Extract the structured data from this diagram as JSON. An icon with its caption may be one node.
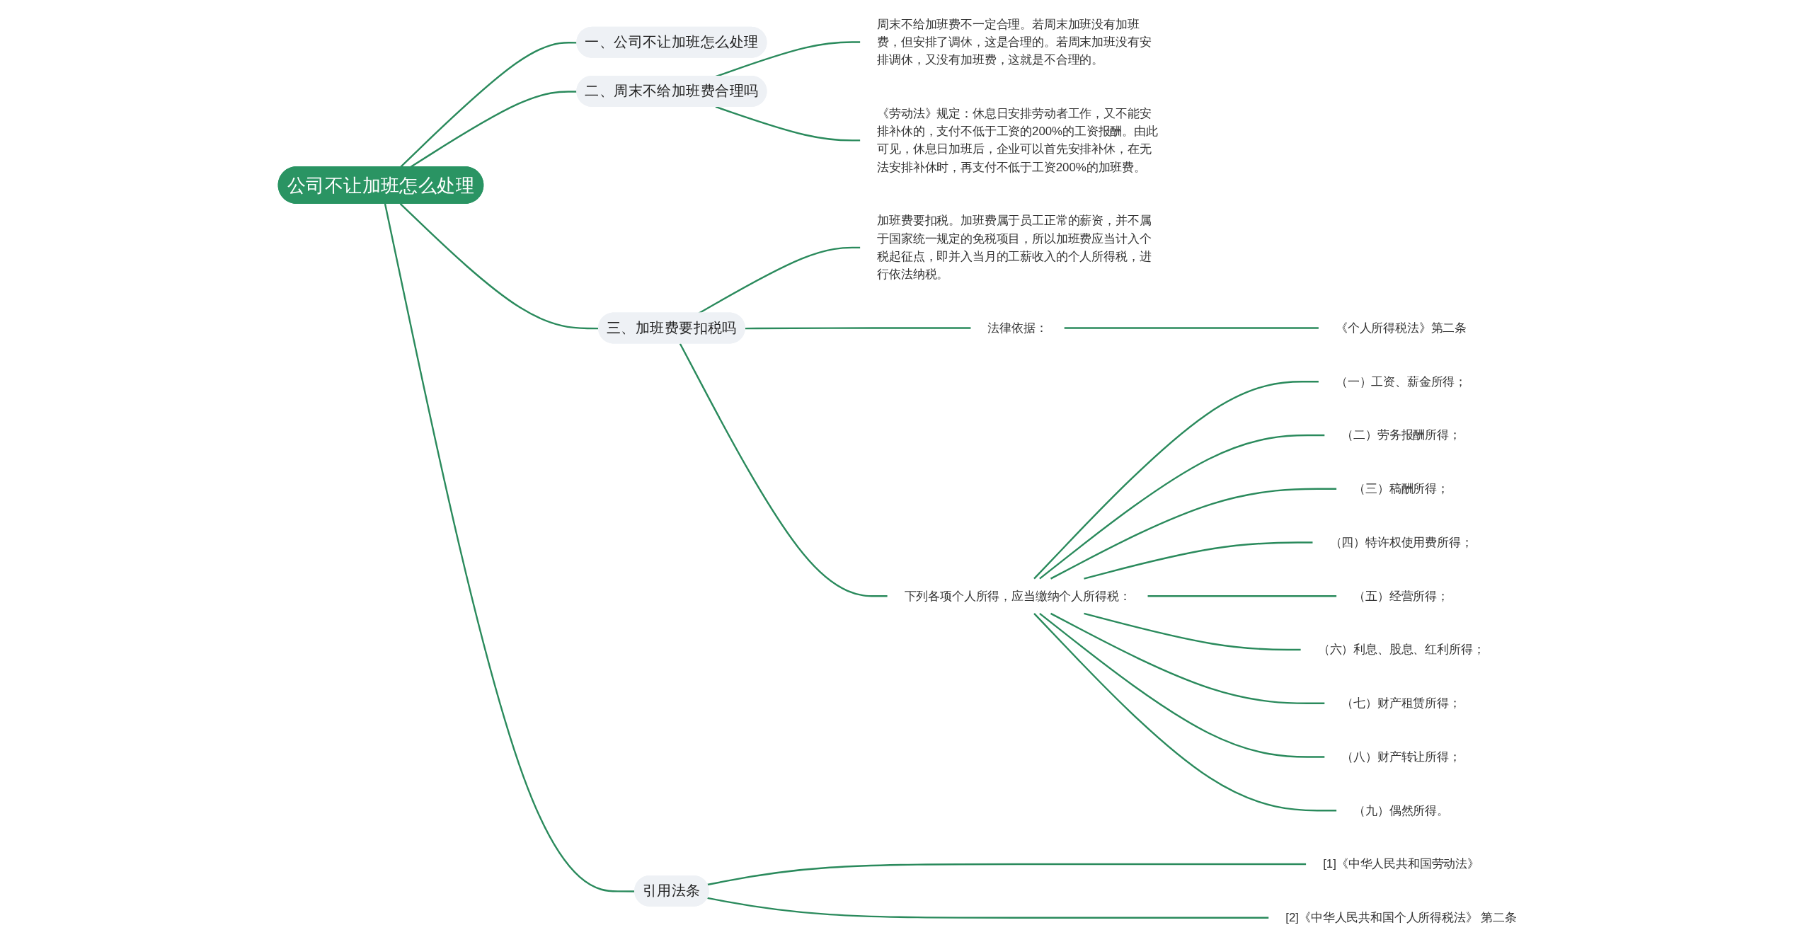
{
  "diagram": {
    "nodes": [
      {
        "text": [
          "公司不让加班怎么处理"
        ]
      },
      {
        "text": [
          "一、公司不让加班怎么处理"
        ]
      },
      {
        "text": [
          "二、周末不给加班费合理吗"
        ]
      },
      {
        "text": [
          "周末不给加班费不一定合理。若周末加班没有加班费，但安排了调休，这是合理的。若周末加班没有安排调休，又没有加班费，这就是不合理的。"
        ]
      },
      {
        "text": [
          "《劳动法》规定：休息日安排劳动者工作，又不能安排补休的，支付不低于工资的200%的工资报酬。由此可见，休息日加班后，企业可以首先安排补休，在无法安排补休时，再支付不低于工资200%的加班费。"
        ]
      },
      {
        "text": [
          "三、加班费要扣税吗"
        ]
      },
      {
        "text": [
          "加班费要扣税。加班费属于员工正常的薪资，并不属于国家统一规定的免税项目，所以加班费应当计入个税起征点，即并入当月的工薪收入的个人所得税，进行依法纳税。"
        ]
      },
      {
        "text": [
          "法律依据："
        ]
      },
      {
        "text": [
          "《个人所得税法》第二条"
        ]
      },
      {
        "text": [
          "下列各项个人所得，应当缴纳个人所得税："
        ]
      },
      {
        "text": [
          "（一）工资、薪金所得；"
        ]
      },
      {
        "text": [
          "（二）劳务报酬所得；"
        ]
      },
      {
        "text": [
          "（三）稿酬所得；"
        ]
      },
      {
        "text": [
          "（四）特许权使用费所得；"
        ]
      },
      {
        "text": [
          "（五）经营所得；"
        ]
      },
      {
        "text": [
          "（六）利息、股息、红利所得；"
        ]
      },
      {
        "text": [
          "（七）财产租赁所得；"
        ]
      },
      {
        "text": [
          "（八）财产转让所得；"
        ]
      },
      {
        "text": [
          "（九）偶然所得。"
        ]
      },
      {
        "text": [
          "引用法条"
        ]
      },
      {
        "text": [
          "[1]《中华人民共和国劳动法》"
        ]
      },
      {
        "text": [
          "[2]《中华人民共和国个人所得税法》 第二条"
        ]
      }
    ],
    "edges": [
      {
        "from": 0,
        "to": 1,
        "arrow": "none"
      },
      {
        "from": 0,
        "to": 2,
        "arrow": "none"
      },
      {
        "from": 2,
        "to": 3,
        "arrow": "none"
      },
      {
        "from": 2,
        "to": 4,
        "arrow": "none"
      },
      {
        "from": 0,
        "to": 5,
        "arrow": "none"
      },
      {
        "from": 5,
        "to": 6,
        "arrow": "none"
      },
      {
        "from": 5,
        "to": 7,
        "arrow": "none"
      },
      {
        "from": 7,
        "to": 8,
        "arrow": "none"
      },
      {
        "from": 5,
        "to": 9,
        "arrow": "none"
      },
      {
        "from": 9,
        "to": 10,
        "arrow": "none"
      },
      {
        "from": 9,
        "to": 11,
        "arrow": "none"
      },
      {
        "from": 9,
        "to": 12,
        "arrow": "none"
      },
      {
        "from": 9,
        "to": 13,
        "arrow": "none"
      },
      {
        "from": 9,
        "to": 14,
        "arrow": "none"
      },
      {
        "from": 9,
        "to": 15,
        "arrow": "none"
      },
      {
        "from": 9,
        "to": 16,
        "arrow": "none"
      },
      {
        "from": 9,
        "to": 17,
        "arrow": "none"
      },
      {
        "from": 9,
        "to": 18,
        "arrow": "none"
      },
      {
        "from": 0,
        "to": 19,
        "arrow": "none"
      },
      {
        "from": 19,
        "to": 20,
        "arrow": "none"
      },
      {
        "from": 19,
        "to": 21,
        "arrow": "none"
      }
    ]
  }
}
